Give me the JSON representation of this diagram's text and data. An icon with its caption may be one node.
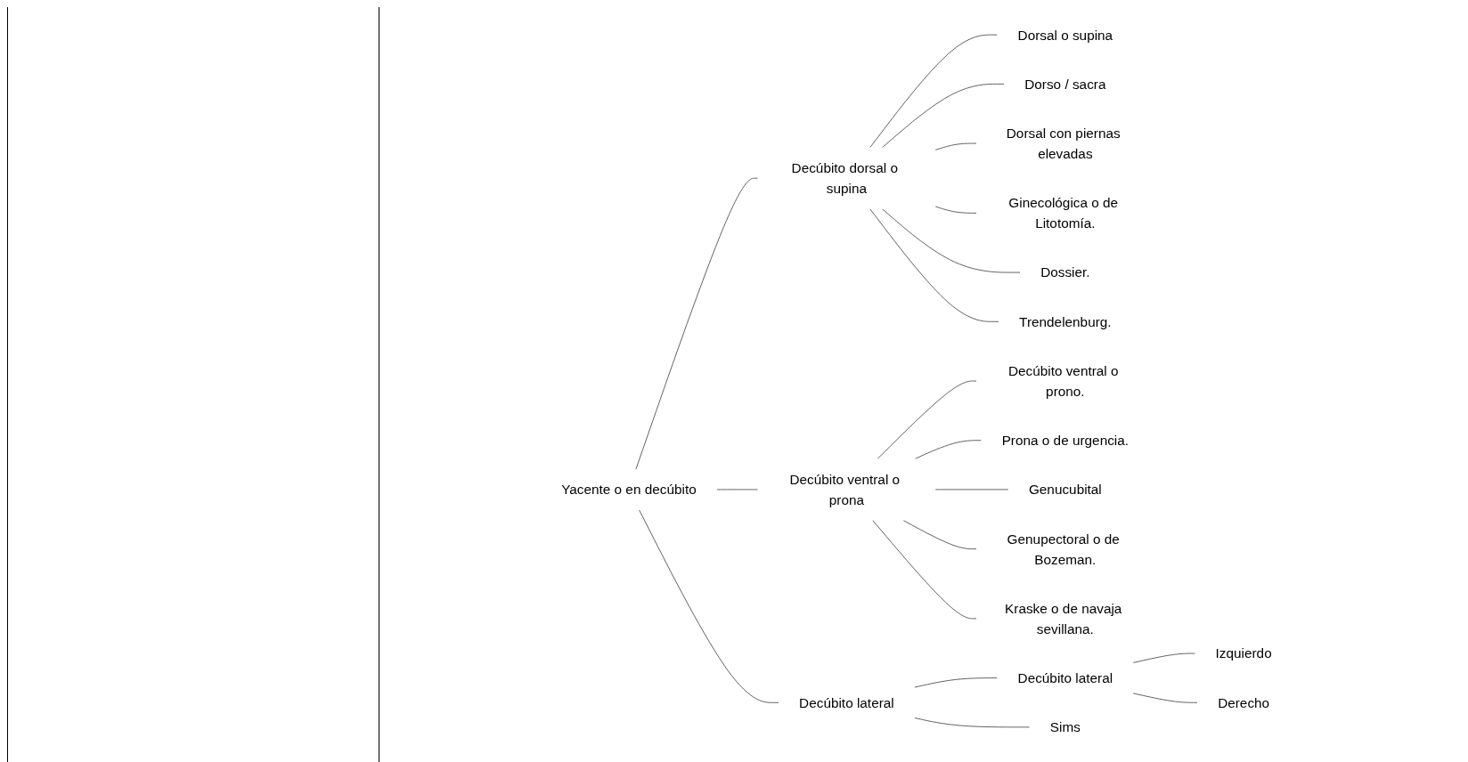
{
  "diagram": {
    "nodes": [
      {
        "text": [
          "Yacente o en decúbito"
        ]
      },
      {
        "text": [
          "Decúbito dorsal o supina"
        ]
      },
      {
        "text": [
          "Dorsal o supina"
        ]
      },
      {
        "text": [
          "Dorso / sacra"
        ]
      },
      {
        "text": [
          "Dorsal con piernas elevadas"
        ]
      },
      {
        "text": [
          "Ginecológica o de Litotomía."
        ]
      },
      {
        "text": [
          "Dossier."
        ]
      },
      {
        "text": [
          "Trendelenburg."
        ]
      },
      {
        "text": [
          "Decúbito ventral o prona"
        ]
      },
      {
        "text": [
          "Decúbito ventral o prono."
        ]
      },
      {
        "text": [
          "Prona o de urgencia."
        ]
      },
      {
        "text": [
          "Genucubital"
        ]
      },
      {
        "text": [
          "Genupectoral o de Bozeman."
        ]
      },
      {
        "text": [
          "Kraske o de navaja sevillana."
        ]
      },
      {
        "text": [
          "Decúbito lateral"
        ]
      },
      {
        "text": [
          "Decúbito lateral"
        ]
      },
      {
        "text": [
          "Izquierdo"
        ]
      },
      {
        "text": [
          "Derecho"
        ]
      },
      {
        "text": [
          "Sims"
        ]
      }
    ],
    "edges": [
      {
        "from": 0,
        "to": 1,
        "arrow": "none"
      },
      {
        "from": 0,
        "to": 8,
        "arrow": "none"
      },
      {
        "from": 0,
        "to": 14,
        "arrow": "none"
      },
      {
        "from": 1,
        "to": 2,
        "arrow": "none"
      },
      {
        "from": 1,
        "to": 3,
        "arrow": "none"
      },
      {
        "from": 1,
        "to": 4,
        "arrow": "none"
      },
      {
        "from": 1,
        "to": 5,
        "arrow": "none"
      },
      {
        "from": 1,
        "to": 6,
        "arrow": "none"
      },
      {
        "from": 1,
        "to": 7,
        "arrow": "none"
      },
      {
        "from": 8,
        "to": 9,
        "arrow": "none"
      },
      {
        "from": 8,
        "to": 10,
        "arrow": "none"
      },
      {
        "from": 8,
        "to": 11,
        "arrow": "none"
      },
      {
        "from": 8,
        "to": 12,
        "arrow": "none"
      },
      {
        "from": 8,
        "to": 13,
        "arrow": "none"
      },
      {
        "from": 14,
        "to": 15,
        "arrow": "none"
      },
      {
        "from": 14,
        "to": 18,
        "arrow": "none"
      },
      {
        "from": 15,
        "to": 16,
        "arrow": "none"
      },
      {
        "from": 15,
        "to": 17,
        "arrow": "none"
      }
    ]
  }
}
